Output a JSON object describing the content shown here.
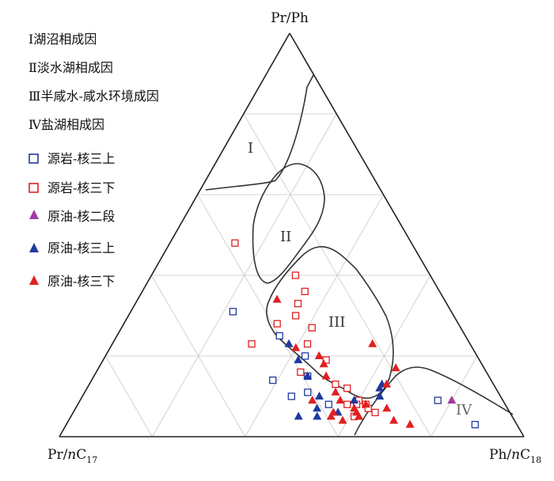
{
  "chart_data": {
    "type": "scatter",
    "subtype": "ternary",
    "vertices": {
      "top": "Pr/Ph",
      "left": "Pr/nC17",
      "right": "Ph/nC18"
    },
    "grid_divisions": 5,
    "grid": true,
    "legend_position": "top-left",
    "regions": [
      {
        "id": "I",
        "name": "湖沼相成因"
      },
      {
        "id": "II",
        "name": "淡水湖相成因"
      },
      {
        "id": "III",
        "name": "半咸水-咸水环境成因"
      },
      {
        "id": "IV",
        "name": "盐湖相成因"
      }
    ],
    "region_labels": {
      "I": "I",
      "II": "II",
      "III": "III",
      "IV": "IV"
    },
    "region_legend": [
      {
        "numeral": "Ⅰ",
        "name": "湖沼相成因"
      },
      {
        "numeral": "Ⅱ",
        "name": "淡水湖相成因"
      },
      {
        "numeral": "Ⅲ",
        "name": "半咸水-咸水环境成因"
      },
      {
        "numeral": "Ⅳ",
        "name": "盐湖相成因"
      }
    ],
    "series": [
      {
        "name": "源岩-核三上",
        "marker": "square-open",
        "color": "#1f3a9e",
        "points": [
          [
            0.31,
            0.22
          ],
          [
            0.25,
            0.35
          ],
          [
            0.2,
            0.43
          ],
          [
            0.14,
            0.39
          ],
          [
            0.15,
            0.46
          ],
          [
            0.11,
            0.48
          ],
          [
            0.1,
            0.45
          ],
          [
            0.08,
            0.54
          ],
          [
            0.09,
            0.77
          ],
          [
            0.03,
            0.88
          ]
        ]
      },
      {
        "name": "源岩-核三下",
        "marker": "square-open",
        "color": "#e02020",
        "points": [
          [
            0.48,
            0.14
          ],
          [
            0.4,
            0.31
          ],
          [
            0.36,
            0.35
          ],
          [
            0.33,
            0.35
          ],
          [
            0.3,
            0.36
          ],
          [
            0.28,
            0.33
          ],
          [
            0.27,
            0.41
          ],
          [
            0.23,
            0.3
          ],
          [
            0.23,
            0.42
          ],
          [
            0.19,
            0.48
          ],
          [
            0.16,
            0.44
          ],
          [
            0.13,
            0.53
          ],
          [
            0.12,
            0.56
          ],
          [
            0.09,
            0.6
          ],
          [
            0.08,
            0.6
          ],
          [
            0.08,
            0.58
          ],
          [
            0.08,
            0.62
          ],
          [
            0.05,
            0.61
          ],
          [
            0.06,
            0.65
          ],
          [
            0.07,
            0.63
          ]
        ]
      },
      {
        "name": "原油-核二段",
        "marker": "triangle-filled",
        "color": "#a03aa0",
        "points": [
          [
            0.09,
            0.8
          ]
        ]
      },
      {
        "name": "原油-核三上",
        "marker": "triangle-filled",
        "color": "#1f3a9e",
        "points": [
          [
            0.23,
            0.38
          ],
          [
            0.19,
            0.42
          ],
          [
            0.15,
            0.46
          ],
          [
            0.13,
            0.63
          ],
          [
            0.12,
            0.63
          ],
          [
            0.1,
            0.51
          ],
          [
            0.1,
            0.64
          ],
          [
            0.09,
            0.59
          ],
          [
            0.07,
            0.52
          ],
          [
            0.06,
            0.57
          ],
          [
            0.05,
            0.49
          ],
          [
            0.05,
            0.53
          ]
        ]
      },
      {
        "name": "原油-核三下",
        "marker": "triangle-filled",
        "color": "#e02020",
        "points": [
          [
            0.34,
            0.3
          ],
          [
            0.23,
            0.56
          ],
          [
            0.22,
            0.4
          ],
          [
            0.2,
            0.46
          ],
          [
            0.18,
            0.48
          ],
          [
            0.17,
            0.64
          ],
          [
            0.15,
            0.5
          ],
          [
            0.13,
            0.64
          ],
          [
            0.11,
            0.54
          ],
          [
            0.09,
            0.56
          ],
          [
            0.09,
            0.5
          ],
          [
            0.08,
            0.62
          ],
          [
            0.07,
            0.6
          ],
          [
            0.07,
            0.67
          ],
          [
            0.06,
            0.56
          ],
          [
            0.06,
            0.61
          ],
          [
            0.05,
            0.56
          ],
          [
            0.05,
            0.62
          ],
          [
            0.04,
            0.59
          ],
          [
            0.04,
            0.7
          ],
          [
            0.03,
            0.74
          ]
        ]
      }
    ]
  }
}
